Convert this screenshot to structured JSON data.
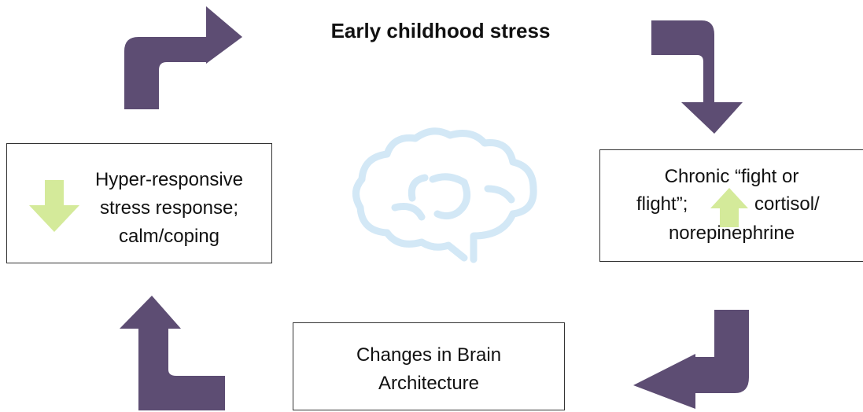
{
  "diagram": {
    "title": "Early childhood stress",
    "nodes": {
      "left": {
        "lines": [
          "Hyper-responsive",
          "stress response;",
          "calm/coping"
        ],
        "indicator": "down-arrow"
      },
      "right": {
        "line1": "Chronic “fight or",
        "line2_before": "flight”;",
        "line2_after": "cortisol/",
        "line3": "norepinephrine",
        "indicator": "up-arrow"
      },
      "bottom": {
        "lines": [
          "Changes in Brain",
          "Architecture"
        ]
      }
    },
    "center_icon": "brain-icon",
    "colors": {
      "cycle_arrow": "#5d4d73",
      "indicator_arrow": "#d4ea9a",
      "brain_outline": "#d3e8f6",
      "box_border": "#333333",
      "text": "#111111"
    }
  }
}
